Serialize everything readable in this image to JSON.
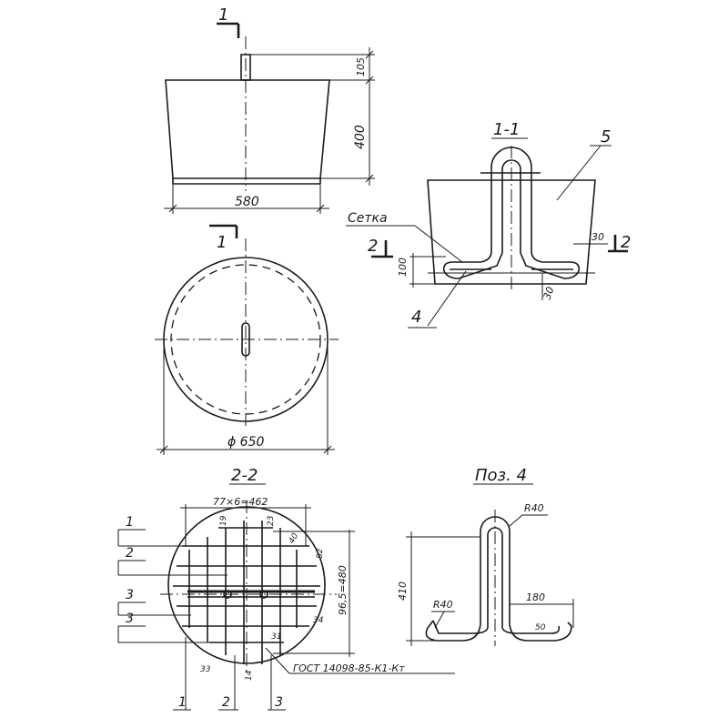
{
  "section_marks": {
    "top_cut": "1",
    "plan_cut": "1",
    "section_cut_left": "2",
    "section_cut_right": "2"
  },
  "elevation": {
    "dim_width": "580",
    "dim_height": "400",
    "dim_pin": "105"
  },
  "plan": {
    "dim_diameter": "ϕ 650"
  },
  "section_1_1": {
    "title": "1-1",
    "label_mesh": "Сетка",
    "callout_4": "4",
    "callout_5": "5",
    "dim_100": "100",
    "dim_30_right": "30",
    "dim_30_bottom": "30"
  },
  "section_2_2": {
    "title": "2-2",
    "dim_top": "77×6=462",
    "dim_right": "96,5=480",
    "dim_19": "19",
    "dim_23": "23",
    "dim_40": "40",
    "dim_82": "82",
    "dim_34": "34",
    "dim_31": "31",
    "dim_33": "33",
    "dim_14": "14",
    "leader_1": "1",
    "leader_2": "2",
    "leader_3a": "3",
    "leader_3b": "3",
    "bottom_1": "1",
    "bottom_2": "2",
    "bottom_3": "3",
    "gost": "ГОСТ 14098-85-К1-Кт"
  },
  "pos4": {
    "title": "Поз. 4",
    "dim_r40_top": "R40",
    "dim_r40_left": "R40",
    "dim_410": "410",
    "dim_180": "180",
    "dim_50": "50"
  }
}
